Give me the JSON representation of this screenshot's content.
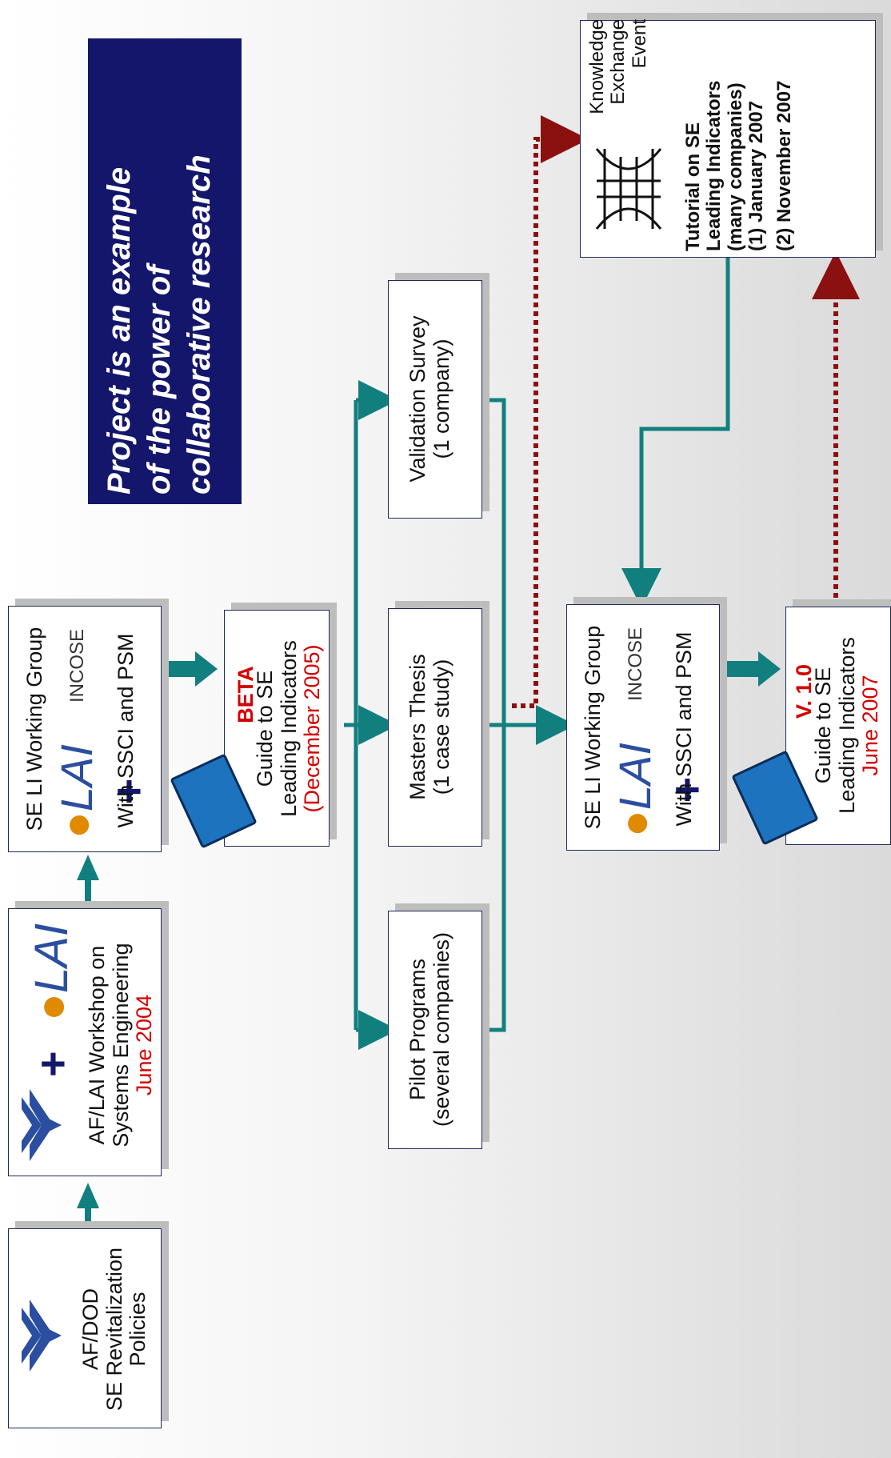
{
  "banner": {
    "line1": "Project is an example",
    "line2": "of the power of",
    "line3": "collaborative research"
  },
  "policies": {
    "line1": "AF/DOD",
    "line2": "SE Revitalization",
    "line3": "Policies"
  },
  "workshop": {
    "line1": "AF/LAI Workshop on",
    "line2": "Systems Engineering",
    "line3": "June 2004",
    "logo_text": "LAI"
  },
  "wg1": {
    "title": "SE  LI  Working Group",
    "sub": "With SSCI and PSM",
    "lai": "LAI",
    "incose": "INCOSE"
  },
  "beta": {
    "tag": "BETA",
    "line1": "Guide to SE",
    "line2": "Leading Indicators",
    "line3": "(December 2005)"
  },
  "pilot": {
    "line1": "Pilot Programs",
    "line2": "(several companies)"
  },
  "thesis": {
    "line1": "Masters Thesis",
    "line2": "(1 case study)"
  },
  "survey": {
    "line1": "Validation Survey",
    "line2": "(1 company)"
  },
  "wg2": {
    "title": "SE  LI  Working Group",
    "sub": "With SSCI and PSM",
    "lai": "LAI",
    "incose": "INCOSE"
  },
  "v1": {
    "tag": "V. 1.0",
    "line1": "Guide to SE",
    "line2": "Leading Indicators",
    "line3": "June 2007"
  },
  "tutorial": {
    "event1": "Knowledge",
    "event2": "Exchange",
    "event3": "Event",
    "line1": "Tutorial on SE",
    "line2": "Leading Indicators",
    "line3": "(many companies)",
    "line4": "(1) January 2007",
    "line5": "(2) November 2007"
  },
  "colors": {
    "teal": "#127f7f",
    "navy": "#14166b",
    "darkred": "#8b1010",
    "accent_red": "#d40000"
  }
}
